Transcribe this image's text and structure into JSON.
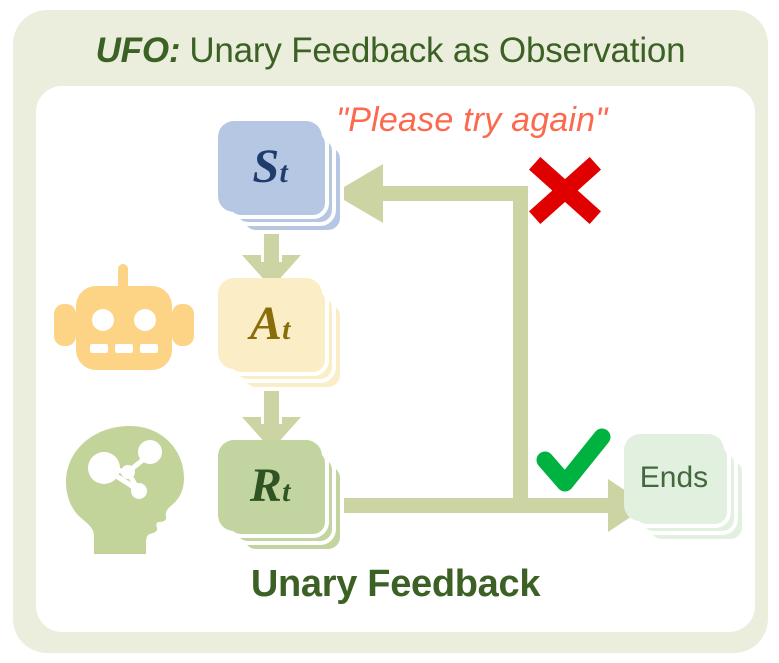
{
  "card": {
    "title_brand": "UFO:",
    "title_rest": "Unary Feedback as Observation",
    "caption": "Unary Feedback"
  },
  "colors": {
    "outer_card_bg": "#eceedd",
    "inner_panel_bg": "#ffffff",
    "title_green": "#3b6124",
    "arrow_sage": "#ccd4a4",
    "state_blue": "#b6c7e4",
    "state_text": "#1f3d6b",
    "action_cream": "#fbeec6",
    "action_text": "#8a6d0b",
    "response_green": "#c2d4a0",
    "response_text": "#2f5322",
    "ends_green": "#e2f0e0",
    "ends_text": "#44673b",
    "speech_coral": "#fb6a4f",
    "cross_red": "#e00000",
    "check_green": "#00b341",
    "robot_amber": "#fdd385",
    "head_sage": "#c2d49a"
  },
  "nodes": {
    "state": {
      "symbol": "S",
      "subscript": "t"
    },
    "action": {
      "symbol": "A",
      "subscript": "t"
    },
    "response": {
      "symbol": "R",
      "subscript": "t"
    },
    "ends": {
      "label": "Ends"
    }
  },
  "annotations": {
    "speech": "\"Please try again\"",
    "fail_marker": "✘",
    "success_marker": "✔"
  },
  "icons": {
    "robot": "robot-icon",
    "head": "head-with-network-icon",
    "cross": "red-cross-icon",
    "check": "green-check-icon"
  }
}
